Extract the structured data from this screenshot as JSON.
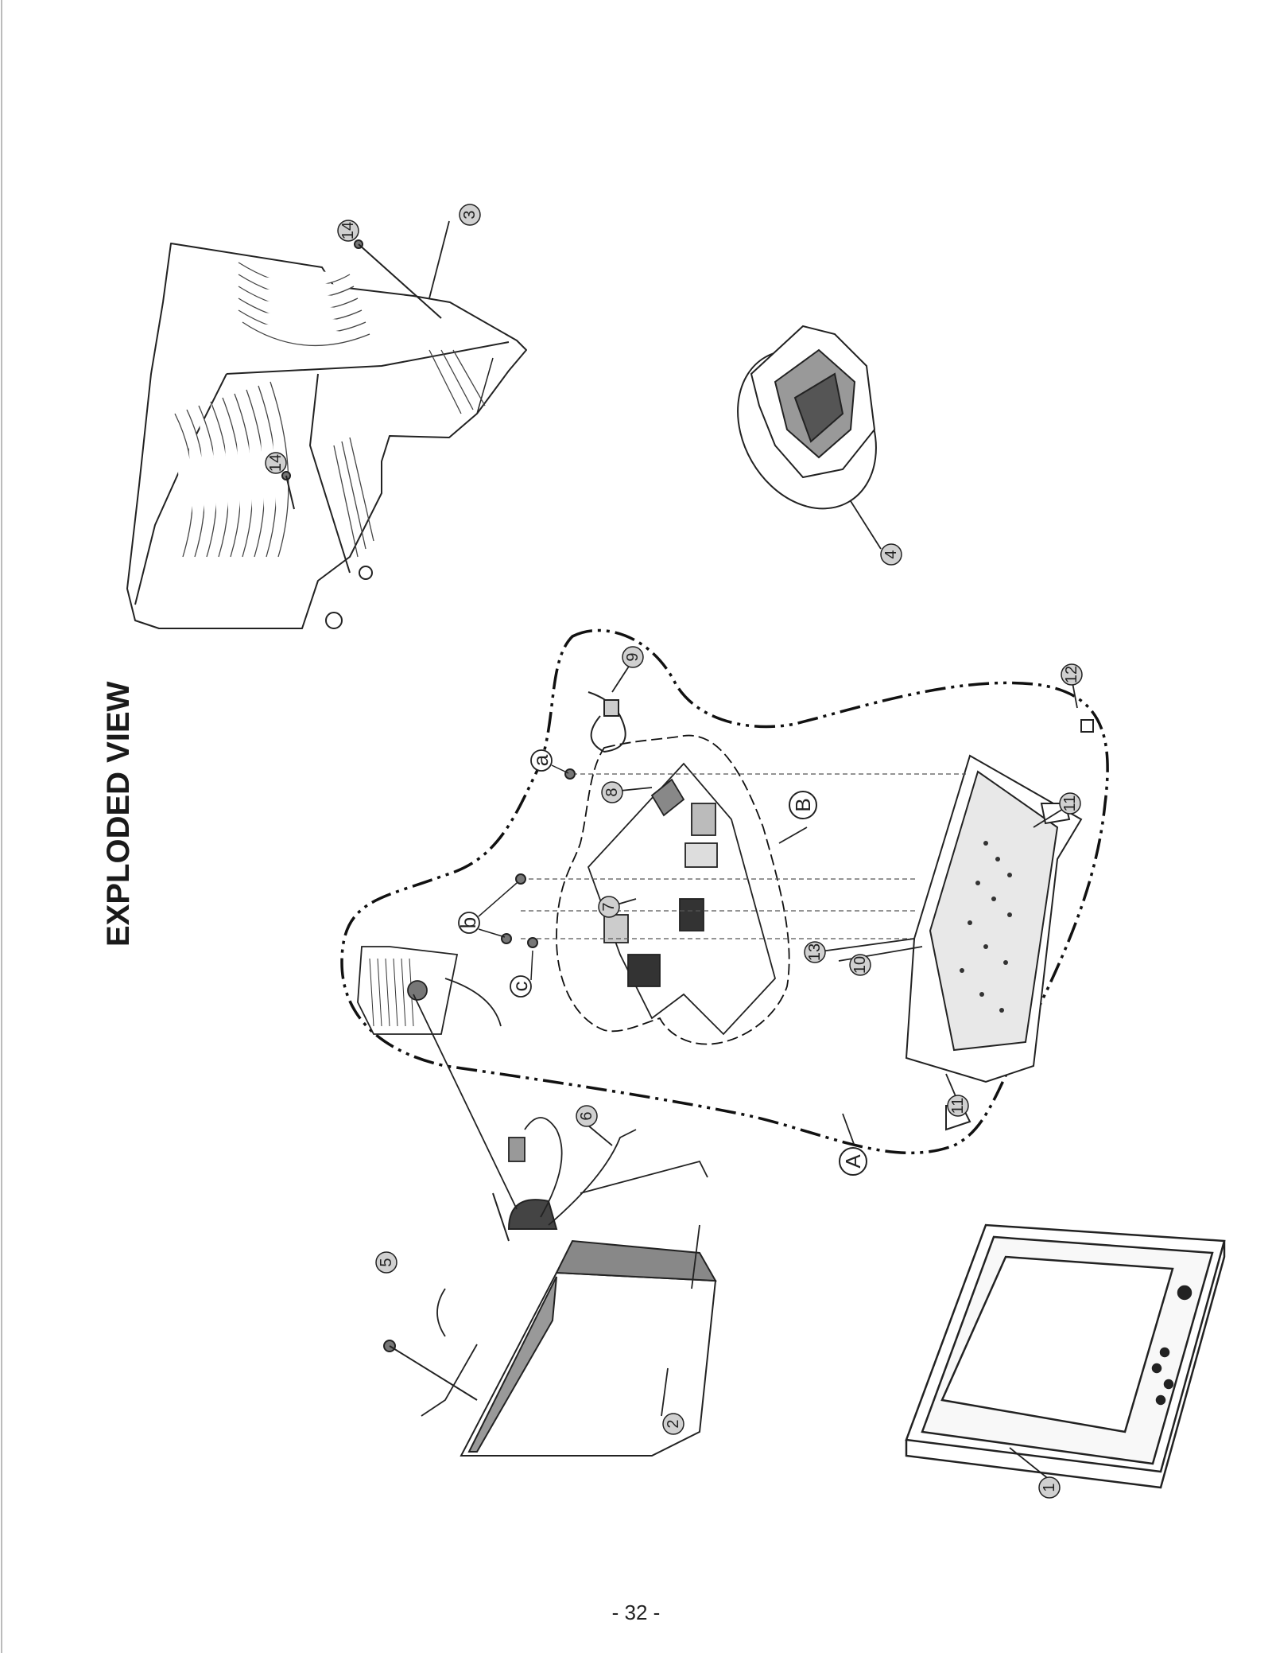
{
  "page": {
    "title": "EXPLODED VIEW",
    "page_number": "- 32 -"
  },
  "callouts": {
    "c1": "1",
    "c2": "2",
    "c3": "3",
    "c4": "4",
    "c5": "5",
    "c6": "6",
    "c7": "7",
    "c8": "8",
    "c9": "9",
    "c10": "10",
    "c11a": "11",
    "c11b": "11",
    "c12": "12",
    "c13": "13",
    "c14a": "14",
    "c14b": "14"
  },
  "letters": {
    "A": "A",
    "B": "B",
    "a": "a",
    "b": "b",
    "c": "c"
  }
}
